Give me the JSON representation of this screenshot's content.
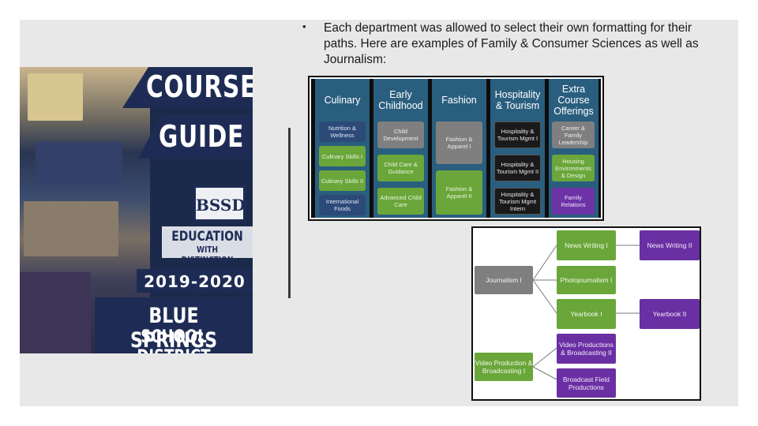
{
  "bullet": {
    "symbol": "•",
    "text": "Each department was allowed to select their own formatting for their paths.  Here are examples of Family & Consumer Sciences as well as Journalism:"
  },
  "cover": {
    "line1": "COURSE",
    "line2": "GUIDE",
    "logo": "BSSD",
    "tagline1": "EDUCATION",
    "tagline2": "WITH DISTINCTION",
    "year": "2019-2020",
    "district1": "BLUE SPRINGS",
    "district2": "SCHOOL DISTRICT"
  },
  "fcs_chart": {
    "columns": [
      {
        "header": "Culinary",
        "items": [
          {
            "label": "Nutrition & Wellness",
            "color": "blue"
          },
          {
            "label": "Culinary Skills I",
            "color": "green"
          },
          {
            "label": "Culinary Skills II",
            "color": "green"
          },
          {
            "label": "International Foods",
            "color": "blue"
          }
        ]
      },
      {
        "header": "Early Childhood",
        "items": [
          {
            "label": "Child Development",
            "color": "gray"
          },
          {
            "label": "Child Care & Guidance",
            "color": "green"
          },
          {
            "label": "Advanced Child Care",
            "color": "green"
          }
        ]
      },
      {
        "header": "Fashion",
        "items": [
          {
            "label": "Fashion & Apparel I",
            "color": "gray"
          },
          {
            "label": "Fashion & Apparel II",
            "color": "green"
          }
        ]
      },
      {
        "header": "Hospitality & Tourism",
        "items": [
          {
            "label": "Hospitality & Tourism Mgmt I",
            "color": "dark"
          },
          {
            "label": "Hospitality & Tourism Mgmt II",
            "color": "dark"
          },
          {
            "label": "Hospitality & Tourism Mgmt Intern",
            "color": "dark"
          }
        ]
      },
      {
        "header": "Extra Course Offerings",
        "items": [
          {
            "label": "Career & Family Leadership",
            "color": "gray"
          },
          {
            "label": "Housing Environments & Design",
            "color": "green"
          },
          {
            "label": "Family Relations",
            "color": "purple"
          }
        ]
      }
    ]
  },
  "journalism_chart": {
    "root": "Journalism I",
    "video1": "Video Production & Broadcasting I",
    "news1": "News Writing I",
    "news2": "News Writing II",
    "photo": "Photojournalism I",
    "yearbook1": "Yearbook I",
    "yearbook2": "Yearbook II",
    "video2": "Video Productions & Broadcasting II",
    "broadcast": "Broadcast Field Productions"
  },
  "colors": {
    "slide_bg": "#e8e8e8",
    "navy": "#1e2c55",
    "fcs_column": "#2a5e7e",
    "green": "#6aa63a",
    "purple": "#6a2fa3",
    "gray": "#7f7f7f"
  }
}
